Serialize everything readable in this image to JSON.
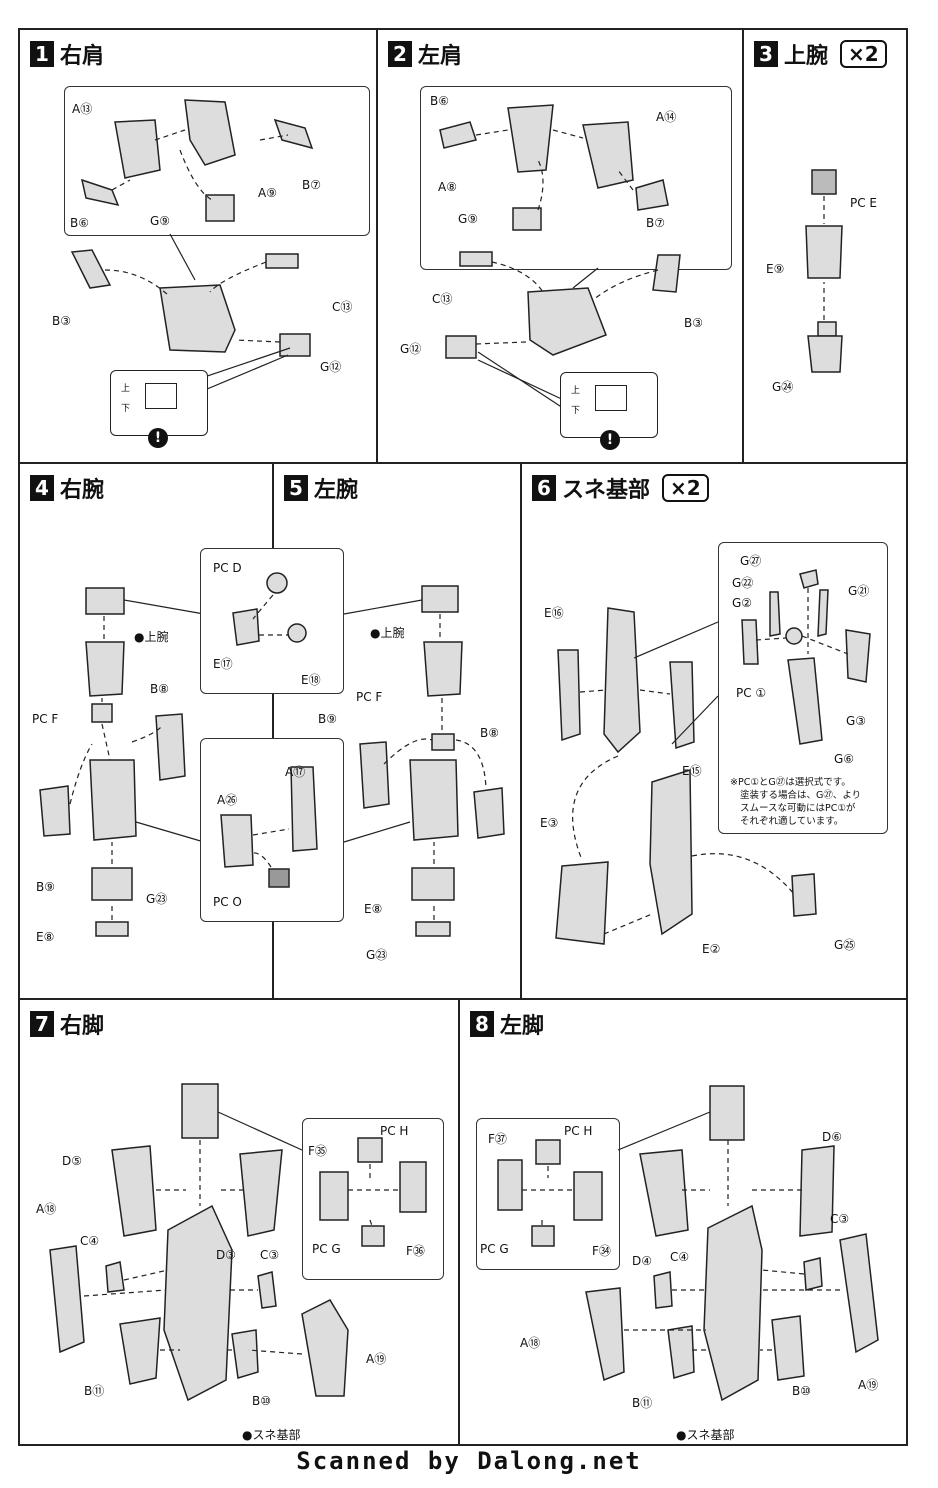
{
  "steps": [
    {
      "num": "1",
      "title": "右肩",
      "mult": "",
      "labels": [
        "A⑬",
        "A⑨",
        "B⑦",
        "B⑥",
        "G⑨",
        "B③",
        "C⑬",
        "G⑫"
      ],
      "caution": {
        "up": "上",
        "down": "下"
      }
    },
    {
      "num": "2",
      "title": "左肩",
      "mult": "",
      "labels": [
        "B⑥",
        "A⑭",
        "A⑧",
        "G⑨",
        "B⑦",
        "C⑬",
        "B③",
        "G⑫"
      ],
      "caution": {
        "up": "上",
        "down": "下"
      }
    },
    {
      "num": "3",
      "title": "上腕",
      "mult": "×2",
      "labels": [
        "PC E",
        "E⑨",
        "G㉔"
      ]
    },
    {
      "num": "4",
      "title": "右腕",
      "mult": "",
      "labels": [
        "●上腕",
        "PC F",
        "B⑧",
        "B⑨",
        "E⑧",
        "G㉓"
      ]
    },
    {
      "num": "5",
      "title": "左腕",
      "mult": "",
      "labels": [
        "●上腕",
        "PC F",
        "B⑨",
        "B⑧",
        "E⑧",
        "G㉓"
      ],
      "center_top": [
        "PC D",
        "E⑰",
        "E⑱"
      ],
      "center_bottom": [
        "A㉖",
        "A⑰",
        "PC O"
      ]
    },
    {
      "num": "6",
      "title": "スネ基部",
      "mult": "×2",
      "labels": [
        "E⑯",
        "E⑮",
        "E③",
        "E②",
        "G㉕",
        "G㉗",
        "G㉒",
        "G㉑",
        "G②",
        "PC ①",
        "G③",
        "G⑥"
      ],
      "note": [
        "※PC①とG㉗は選択式です。",
        "塗装する場合は、G㉗、より",
        "スムースな可動にはPC①が",
        "それぞれ適しています。"
      ]
    },
    {
      "num": "7",
      "title": "右脚",
      "mult": "",
      "labels": [
        "D⑤",
        "A⑱",
        "C④",
        "D③",
        "C③",
        "B⑪",
        "B⑩",
        "A⑲",
        "●スネ基部",
        "PC H",
        "F㉟",
        "PC G",
        "F㊱"
      ]
    },
    {
      "num": "8",
      "title": "左脚",
      "mult": "",
      "labels": [
        "D⑥",
        "F㊲",
        "PC H",
        "PC G",
        "F㉞",
        "D④",
        "C④",
        "C③",
        "A⑱",
        "B⑪",
        "B⑩",
        "A⑲",
        "●スネ基部"
      ]
    }
  ],
  "footer": "Scanned by Dalong.net"
}
